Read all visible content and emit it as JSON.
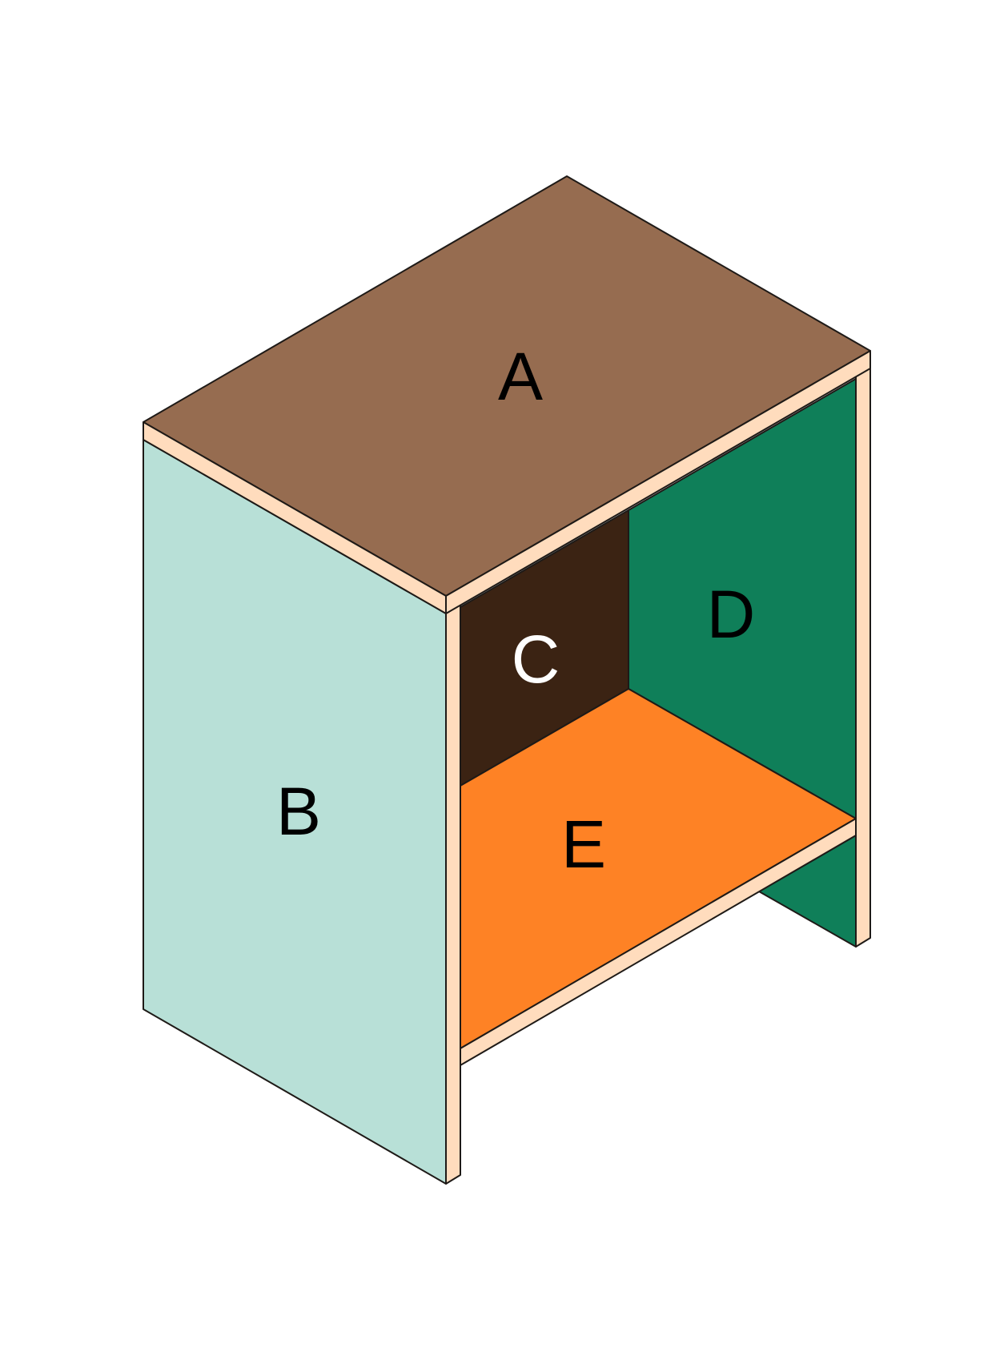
{
  "panels": {
    "top": {
      "label": "A",
      "color": "#966c50",
      "label_color": "#000000"
    },
    "side": {
      "label": "B",
      "color": "#b8e0d7",
      "label_color": "#000000"
    },
    "back": {
      "label": "C",
      "color": "#3b2313",
      "label_color": "#ffffff"
    },
    "right": {
      "label": "D",
      "color": "#0f7f59",
      "label_color": "#000000"
    },
    "bottom": {
      "label": "E",
      "color": "#fe8225",
      "label_color": "#000000"
    }
  },
  "colors": {
    "edge": "#ffdcbd",
    "outline": "#1e1a17",
    "background": "#ffffff"
  }
}
